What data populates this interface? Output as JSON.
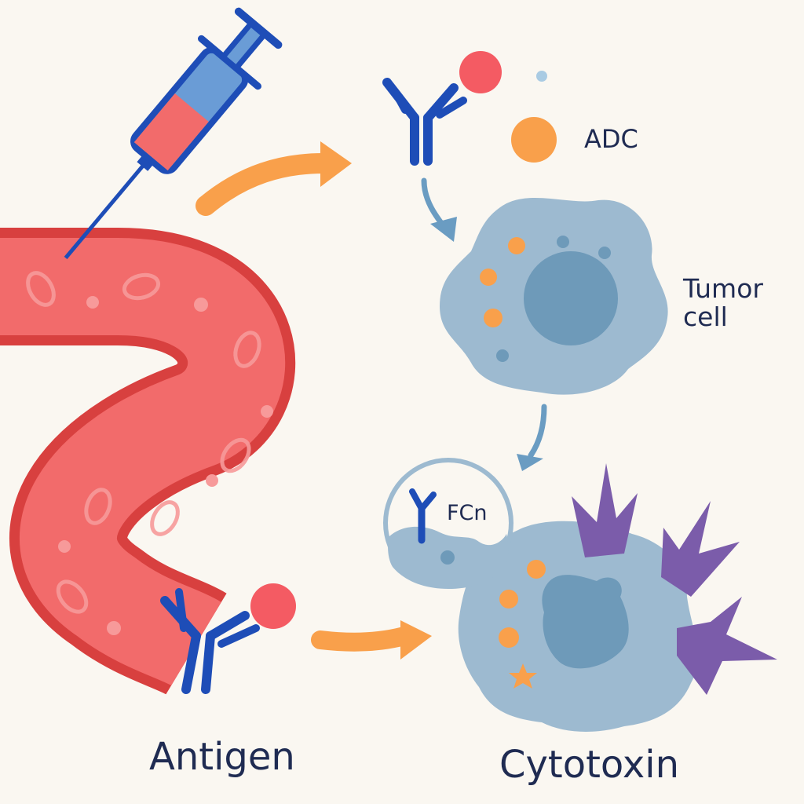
{
  "labels": {
    "adc": "ADC",
    "tumor_cell": [
      "Tumor",
      "cell"
    ],
    "fcn": "FCn",
    "antigen": "Antigen",
    "cytotoxin": "Cytotoxin"
  },
  "colors": {
    "background": "#FAF7F1",
    "vessel_fill": "#F26B6B",
    "vessel_outline": "#D8403F",
    "antibody": "#1E4DB7",
    "payload_red": "#F45B63",
    "payload_orange": "#F9A04B",
    "arrow_orange": "#F9A04B",
    "arrow_blue": "#6A9CC2",
    "cell_body": "#9DBAD0",
    "cell_nucleus": "#6E9AB9",
    "cytotoxin_spikes": "#7B5CAA",
    "text": "#1F2B52"
  }
}
